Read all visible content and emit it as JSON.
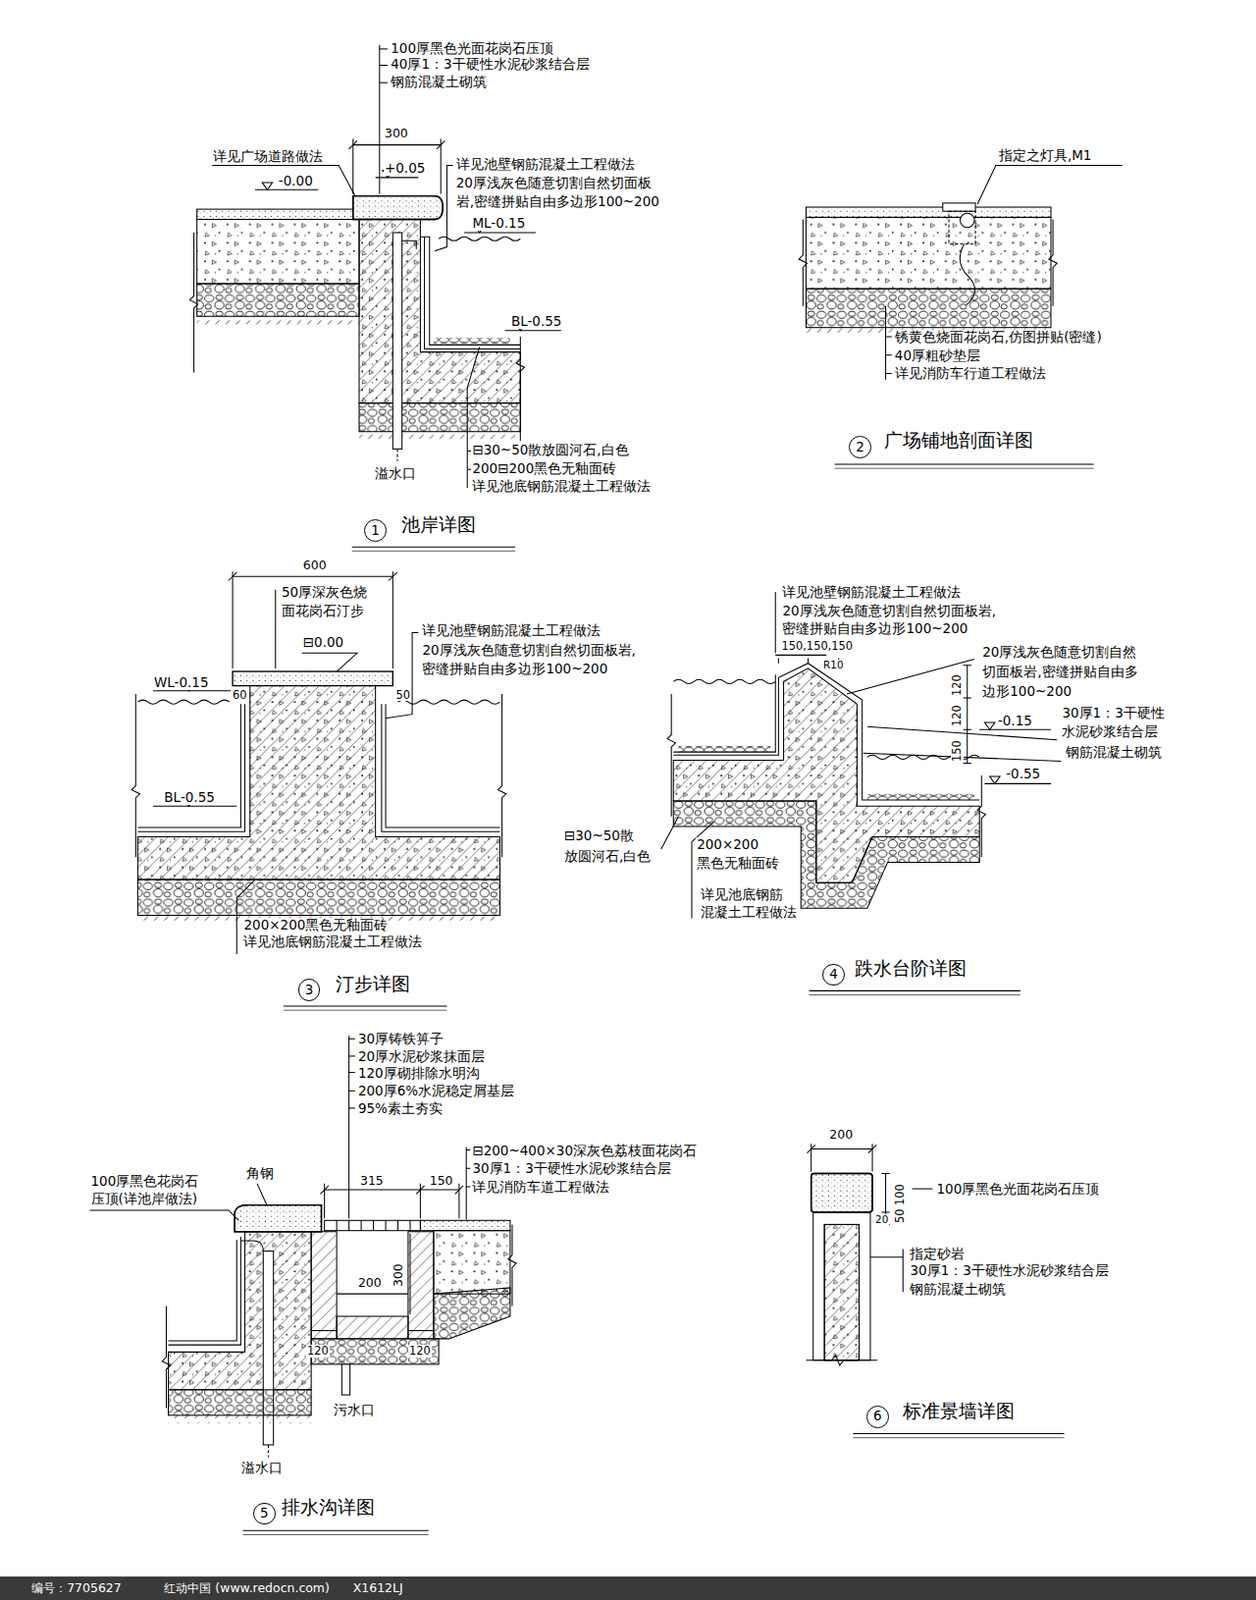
{
  "diagram": {
    "nodes": [
      {
        "text": [
          "1"
        ]
      },
      {
        "text": [
          "2"
        ]
      },
      {
        "text": [
          "3"
        ]
      },
      {
        "text": [
          "4"
        ]
      },
      {
        "text": [
          "5"
        ]
      },
      {
        "text": [
          "6"
        ]
      }
    ],
    "labels": [
      "100厚黑色光面花岗石压顶",
      "40厚1：3干硬性水泥砂浆结合层",
      "钢筋混凝土砌筑",
      "300",
      "详见广场道路做法",
      "+0.05",
      "-0.00",
      "详见池壁钢筋混凝土工程做法",
      "20厚浅灰色随意切割自然切面板",
      "岩,密缝拼贴自由多边形100~200",
      "ML-0.15",
      "BL-0.55",
      "溢水口",
      "⊟30~50散放圆河石,白色",
      "200⊟200黑色无釉面砖",
      "详见池底钢筋混凝土工程做法",
      "池岸详图",
      "指定之灯具,M1",
      "锈黄色烧面花岗石,仿图拼贴(密缝)",
      "40厚粗砂垫层",
      "详见消防车行道工程做法",
      "广场铺地剖面详图",
      "600",
      "50厚深灰色烧",
      "面花岗石汀步",
      "⊟0.00",
      "详见池壁钢筋混凝土工程做法",
      "20厚浅灰色随意切割自然切面板岩,",
      "密缝拼贴自由多边形100~200",
      "WL-0.15",
      "60",
      "50",
      "BL-0.55",
      "200×200黑色无釉面砖",
      "详见池底钢筋混凝土工程做法",
      "汀步详图",
      "详见池壁钢筋混凝土工程做法",
      "20厚浅灰色随意切割自然切面板岩,",
      "密缝拼贴自由多边形100~200",
      "150,150,150",
      "R10",
      "20厚浅灰色随意切割自然",
      "切面板岩,密缝拼贴自由多",
      "边形100~200",
      "150",
      "120",
      "120",
      "30厚1：3干硬性",
      "-0.15",
      "水泥砂浆结合层",
      "钢筋混凝土砌筑",
      "-0.55",
      "⊟30~50散",
      "放圆河石,白色",
      "200×200",
      "黑色无釉面砖",
      "详见池底钢筋",
      "混凝土工程做法",
      "跌水台阶详图",
      "30厚铸铁箅子",
      "20厚水泥砂浆抹面层",
      "120厚砌排除水明沟",
      "200厚6%水泥稳定屑基层",
      "95%素土夯实",
      "⊟200~400×30深灰色荔枝面花岗石",
      "30厚1：3干硬性水泥砂浆结合层",
      "详见消防车道工程做法",
      "100厚黑色花岗石",
      "压顶(详池岸做法)",
      "角钢",
      "315",
      "150",
      "200",
      "300",
      "120",
      "120",
      "污水口",
      "溢水口",
      "排水沟详图",
      "200",
      "100厚黑色光面花岗石压顶",
      "100",
      "50",
      "20",
      "指定砂岩",
      "30厚1：3干硬性水泥砂浆结合层",
      "钢筋混凝土砌筑",
      "标准景墙详图",
      "编号：7705627",
      "红动中国 (www.redocn.com)",
      "X1612LJ"
    ]
  }
}
